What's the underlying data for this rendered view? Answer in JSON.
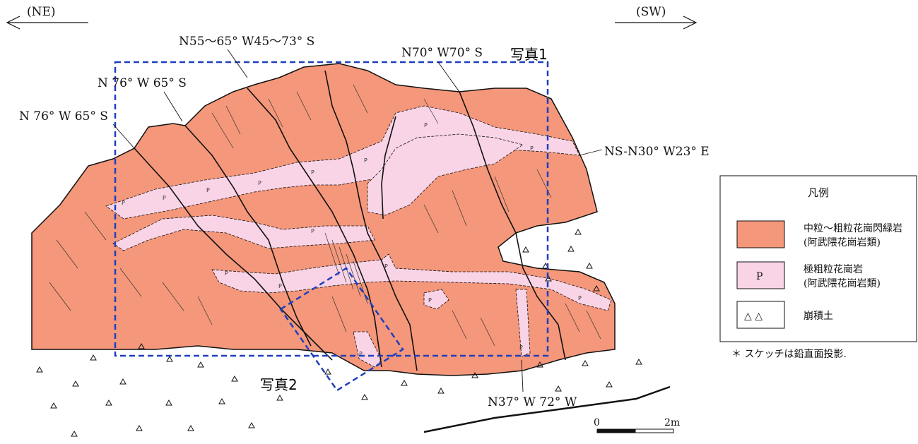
{
  "direction": {
    "left": "(NE)",
    "right": "(SW)"
  },
  "orientations": [
    "N55～65° W45～73° S",
    "N 76° W 65° S",
    "N 76° W 65° S",
    "N70° W70° S",
    "NS-N30° W23° E",
    "N37° W 72° W"
  ],
  "photos": [
    "写真1",
    "写真2"
  ],
  "pegmatite_label": "P",
  "legend": {
    "title": "凡例",
    "items": [
      {
        "name": "中粒～粗粒花崗閃緑岩",
        "sub": "(阿武隈花崗岩類)",
        "color": "#f4977a"
      },
      {
        "name": "極粗粒花崗岩",
        "sub": "(阿武隈花崗岩類)",
        "color": "#f9d4e6",
        "symbol": "P"
      },
      {
        "name": "崩積土",
        "symbol": "△ △"
      }
    ],
    "note": "＊ スケッチは鉛直面投影."
  },
  "scale": {
    "start": "0",
    "end": "2m"
  },
  "colors": {
    "granodiorite": "#f4977a",
    "pegmatite": "#f9d4e6",
    "photo_frame": "#1f3fbf"
  }
}
